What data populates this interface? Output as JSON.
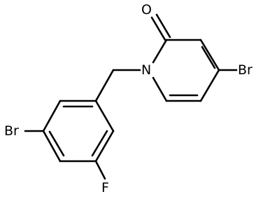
{
  "diagram": {
    "type": "chemical-structure",
    "atom_labels": {
      "oxygen": "O",
      "nitrogen": "N",
      "bromine_pyridinone": "Br",
      "bromine_benzyl": "Br",
      "fluorine": "F"
    },
    "colors": {
      "bonds": "#000000",
      "labels": "#000000",
      "background": "#ffffff"
    }
  }
}
